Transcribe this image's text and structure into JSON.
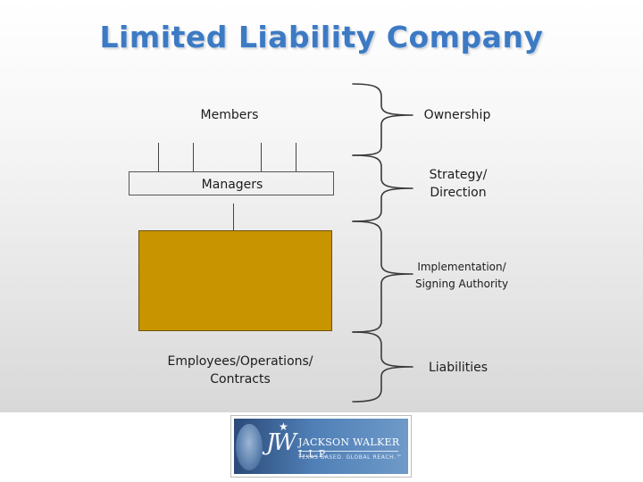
{
  "title": "Limited Liability Company",
  "left_labels": {
    "members": "Members",
    "managers": "Managers",
    "employees": "Employees/Operations/\nContracts"
  },
  "right_labels": [
    {
      "lines": [
        "Ownership"
      ]
    },
    {
      "lines": [
        "Strategy/",
        "Direction"
      ]
    },
    {
      "lines": [
        "Implementation/",
        "Signing Authority"
      ]
    },
    {
      "lines": [
        "Liabilities"
      ]
    }
  ],
  "logo": {
    "monogram": "JW",
    "name": "JACKSON WALKER L.L.P.",
    "tagline": "TEXAS BASED. GLOBAL REACH.™"
  },
  "colors": {
    "title": "#3d7ac4",
    "officer_box": "#c89400"
  }
}
